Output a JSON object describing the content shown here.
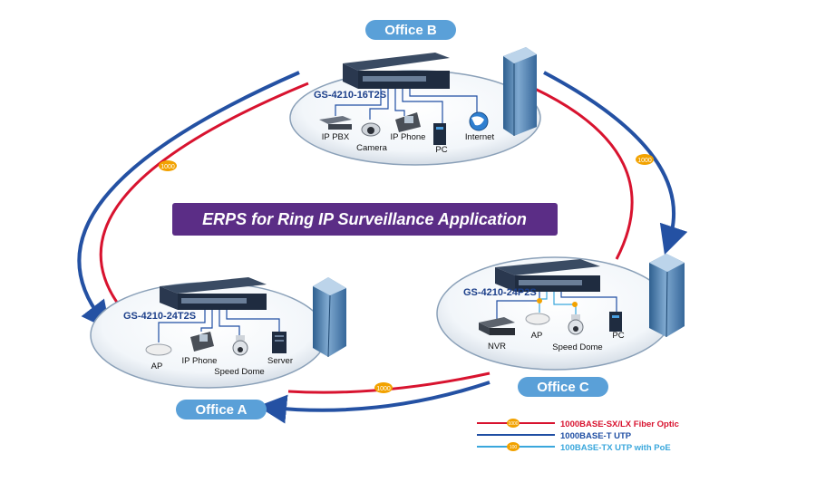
{
  "title": "ERPS for Ring IP Surveillance Application",
  "colors": {
    "fiber": "#d8132f",
    "utp": "#1f4ea3",
    "poe": "#3aa7dc",
    "title_bg": "#5b2d86",
    "office_pill": "#5aa0d8",
    "arrow": "#2451a3"
  },
  "link_badge": "1000",
  "offices": {
    "b": {
      "name": "Office B",
      "switch_model": "GS-4210-16T2S",
      "devices": [
        "IP PBX",
        "Camera",
        "IP Phone",
        "PC",
        "Internet"
      ]
    },
    "a": {
      "name": "Office A",
      "switch_model": "GS-4210-24T2S",
      "devices": [
        "AP",
        "IP Phone",
        "Speed Dome",
        "Server"
      ]
    },
    "c": {
      "name": "Office C",
      "switch_model": "GS-4210-24P2S",
      "devices": [
        "NVR",
        "AP",
        "Speed Dome",
        "PC"
      ]
    }
  },
  "legend": [
    {
      "label": "1000BASE-SX/LX Fiber Optic",
      "color": "#d8132f",
      "badge": "1000"
    },
    {
      "label": "1000BASE-T UTP",
      "color": "#1f4ea3",
      "badge": ""
    },
    {
      "label": "100BASE-TX UTP with PoE",
      "color": "#3aa7dc",
      "badge": "100"
    }
  ]
}
